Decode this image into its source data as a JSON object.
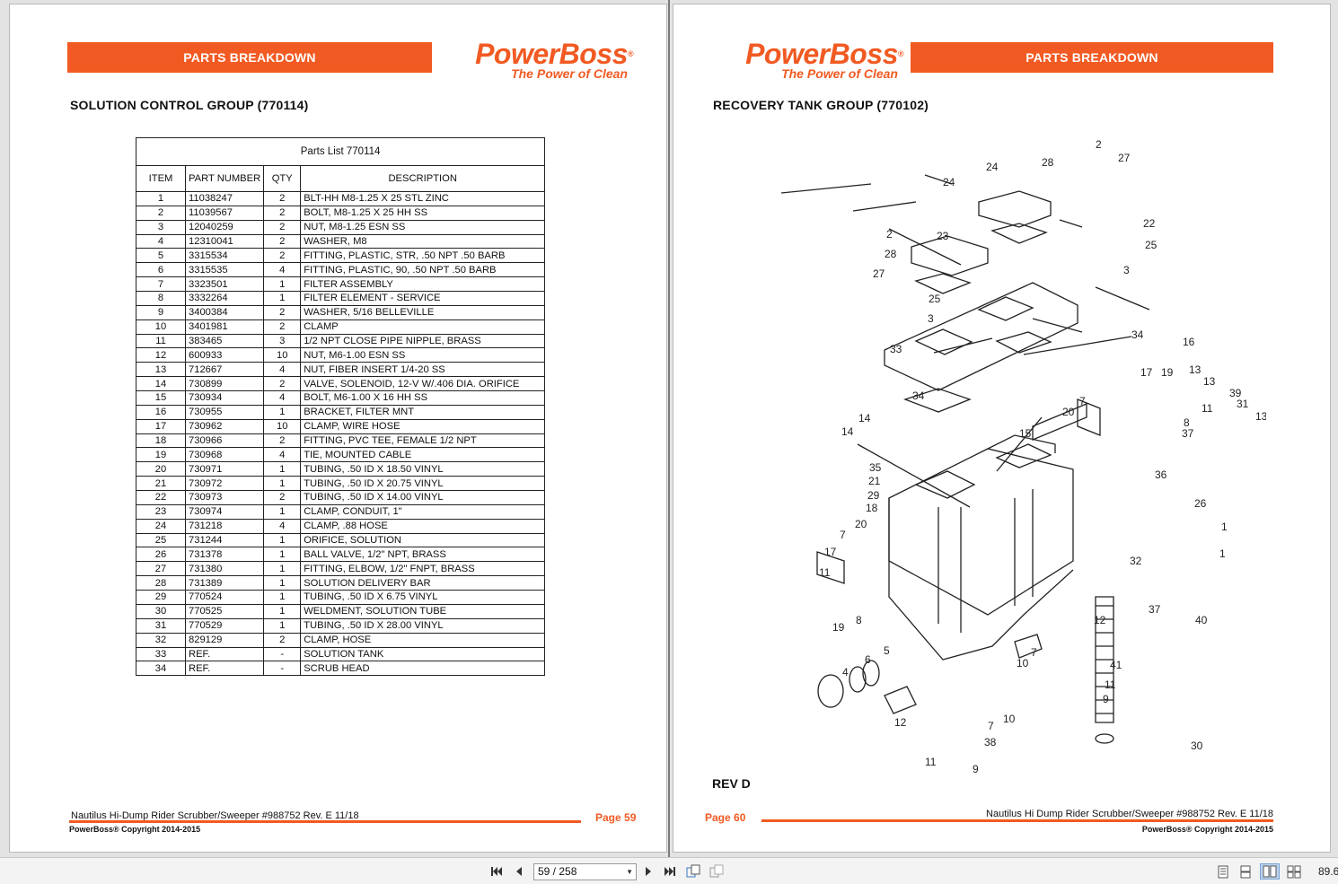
{
  "left_page": {
    "banner": "PARTS BREAKDOWN",
    "logo_brand": "PowerBoss",
    "logo_reg": "®",
    "logo_tagline": "The Power of Clean",
    "group_title": "SOLUTION CONTROL GROUP (770114)",
    "parts_table": {
      "caption": "Parts List 770114",
      "headers": [
        "ITEM",
        "PART NUMBER",
        "QTY",
        "DESCRIPTION"
      ],
      "rows": [
        [
          "1",
          "11038247",
          "2",
          "BLT-HH M8-1.25 X 25 STL ZINC"
        ],
        [
          "2",
          "11039567",
          "2",
          "BOLT, M8-1.25 X 25 HH SS"
        ],
        [
          "3",
          "12040259",
          "2",
          "NUT, M8-1.25 ESN SS"
        ],
        [
          "4",
          "12310041",
          "2",
          "WASHER, M8"
        ],
        [
          "5",
          "3315534",
          "2",
          "FITTING, PLASTIC, STR, .50 NPT .50  BARB"
        ],
        [
          "6",
          "3315535",
          "4",
          "FITTING, PLASTIC, 90, .50 NPT .50  BARB"
        ],
        [
          "7",
          "3323501",
          "1",
          "FILTER ASSEMBLY"
        ],
        [
          "8",
          "3332264",
          "1",
          "FILTER ELEMENT - SERVICE"
        ],
        [
          "9",
          "3400384",
          "2",
          "WASHER, 5/16 BELLEVILLE"
        ],
        [
          "10",
          "3401981",
          "2",
          "CLAMP"
        ],
        [
          "11",
          "383465",
          "3",
          "1/2 NPT CLOSE PIPE NIPPLE, BRASS"
        ],
        [
          "12",
          "600933",
          "10",
          "NUT, M6-1.00 ESN SS"
        ],
        [
          "13",
          "712667",
          "4",
          "NUT, FIBER INSERT 1/4-20 SS"
        ],
        [
          "14",
          "730899",
          "2",
          "VALVE, SOLENOID, 12-V W/.406 DIA. ORIFICE"
        ],
        [
          "15",
          "730934",
          "4",
          "BOLT, M6-1.00 X 16 HH SS"
        ],
        [
          "16",
          "730955",
          "1",
          "BRACKET, FILTER MNT"
        ],
        [
          "17",
          "730962",
          "10",
          "CLAMP, WIRE HOSE"
        ],
        [
          "18",
          "730966",
          "2",
          "FITTING, PVC TEE, FEMALE 1/2 NPT"
        ],
        [
          "19",
          "730968",
          "4",
          "TIE, MOUNTED CABLE"
        ],
        [
          "20",
          "730971",
          "1",
          "TUBING, .50 ID X 18.50 VINYL"
        ],
        [
          "21",
          "730972",
          "1",
          "TUBING, .50 ID X 20.75 VINYL"
        ],
        [
          "22",
          "730973",
          "2",
          "TUBING, .50 ID X 14.00 VINYL"
        ],
        [
          "23",
          "730974",
          "1",
          "CLAMP, CONDUIT, 1\""
        ],
        [
          "24",
          "731218",
          "4",
          "CLAMP, .88 HOSE"
        ],
        [
          "25",
          "731244",
          "1",
          "ORIFICE, SOLUTION"
        ],
        [
          "26",
          "731378",
          "1",
          "BALL VALVE, 1/2\" NPT, BRASS"
        ],
        [
          "27",
          "731380",
          "1",
          "FITTING, ELBOW, 1/2\" FNPT, BRASS"
        ],
        [
          "28",
          "731389",
          "1",
          "SOLUTION DELIVERY BAR"
        ],
        [
          "29",
          "770524",
          "1",
          "TUBING, .50 ID X 6.75 VINYL"
        ],
        [
          "30",
          "770525",
          "1",
          "WELDMENT, SOLUTION TUBE"
        ],
        [
          "31",
          "770529",
          "1",
          "TUBING, .50 ID X 28.00 VINYL"
        ],
        [
          "32",
          "829129",
          "2",
          "CLAMP, HOSE"
        ],
        [
          "33",
          "REF.",
          "-",
          "SOLUTION TANK"
        ],
        [
          "34",
          "REF.",
          "-",
          "SCRUB HEAD"
        ]
      ]
    },
    "footer_doc": "Nautilus Hi-Dump Rider Scrubber/Sweeper #988752 Rev. E 11/18",
    "footer_copyright": "PowerBoss® Copyright 2014-2015",
    "page_label": "Page  59"
  },
  "right_page": {
    "banner": "PARTS BREAKDOWN",
    "logo_brand": "PowerBoss",
    "logo_reg": "®",
    "logo_tagline": "The Power of Clean",
    "group_title": "RECOVERY TANK GROUP (770102)",
    "rev": "REV D",
    "footer_doc": "Nautilus Hi Dump Rider Scrubber/Sweeper #988752 Rev. E 11/18",
    "footer_copyright": "PowerBoss® Copyright 2014-2015",
    "page_label": "Page  60",
    "callouts": [
      "2",
      "27",
      "28",
      "24",
      "24",
      "22",
      "25",
      "2",
      "23",
      "28",
      "27",
      "25",
      "3",
      "3",
      "33",
      "34",
      "34",
      "16",
      "13",
      "13",
      "39",
      "31",
      "13",
      "17",
      "19",
      "11",
      "7",
      "20",
      "8",
      "37",
      "14",
      "14",
      "15",
      "36",
      "35",
      "21",
      "29",
      "18",
      "26",
      "1",
      "1",
      "20",
      "7",
      "17",
      "32",
      "11",
      "37",
      "8",
      "19",
      "40",
      "12",
      "5",
      "6",
      "7",
      "4",
      "10",
      "41",
      "11",
      "9",
      "12",
      "10",
      "7",
      "38",
      "11",
      "9",
      "30"
    ]
  },
  "viewer_toolbar": {
    "page_indicator": "59 / 258",
    "zoom": "89.6"
  },
  "colors": {
    "brand_orange": "#f15a22"
  }
}
